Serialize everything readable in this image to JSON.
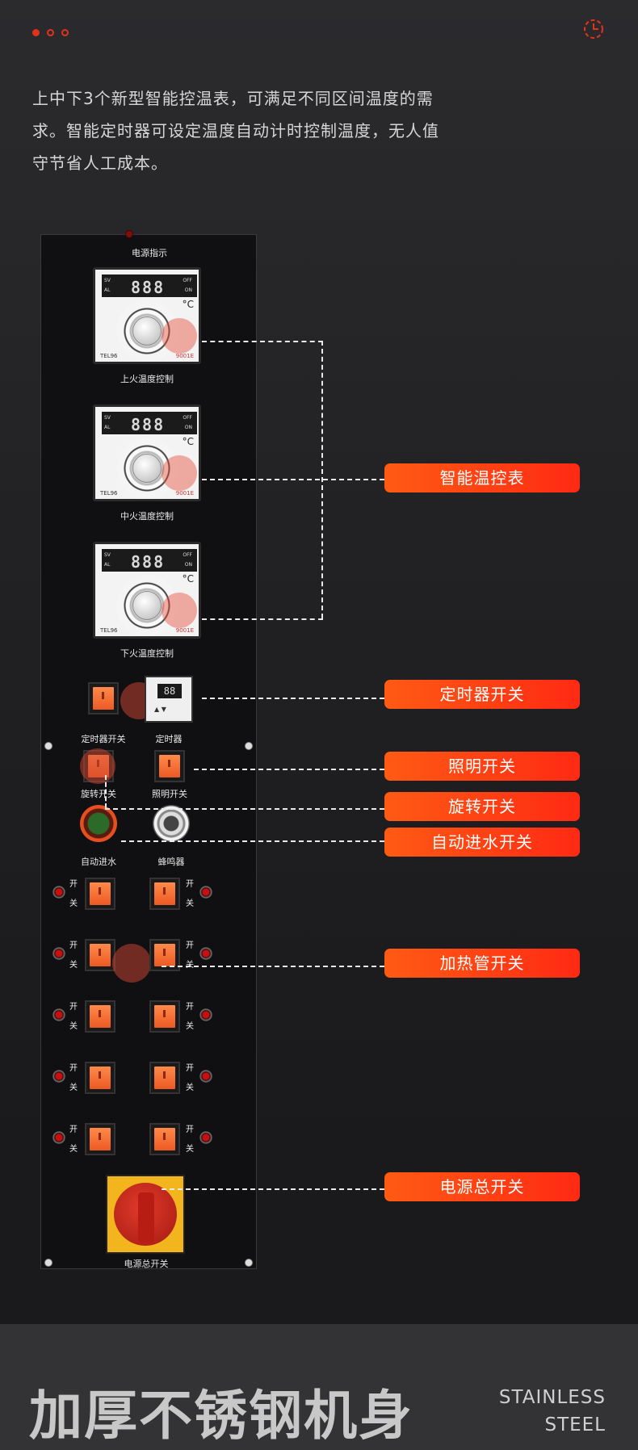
{
  "intro": {
    "line1": "上中下3个新型智能控温表，可满足不同区间温度的需",
    "line2": "求。智能定时器可设定温度自动计时控制温度，无人值",
    "line3": "守节省人工成本。"
  },
  "panel": {
    "power_indicator": "电源指示",
    "meters": [
      {
        "display": "888",
        "label": "上火温度控制",
        "brand": "TEL96",
        "code": "9001E"
      },
      {
        "display": "888",
        "label": "中火温度控制",
        "brand": "TEL96",
        "code": "9001E"
      },
      {
        "display": "888",
        "label": "下火温度控制",
        "brand": "TEL96",
        "code": "9001E"
      }
    ],
    "timer_switch": "定时器开关",
    "timer": "定时器",
    "timer_display": "88",
    "rotate_switch": "旋转开关",
    "light_switch": "照明开关",
    "auto_water": "自动进水",
    "buzzer": "蜂鸣器",
    "heater_on": "开",
    "heater_off": "关",
    "main_switch": "电源总开关"
  },
  "callouts": {
    "smart_meter": "智能温控表",
    "timer_switch": "定时器开关",
    "light_switch": "照明开关",
    "rotate_switch": "旋转开关",
    "auto_water_switch": "自动进水开关",
    "heater_switch": "加热管开关",
    "main_power_switch": "电源总开关"
  },
  "footer": {
    "title": "加厚不锈钢机身",
    "en_line1": "STAINLESS",
    "en_line2": "STEEL"
  },
  "colors": {
    "accent": "#ff3c14",
    "panel": "#101012"
  }
}
